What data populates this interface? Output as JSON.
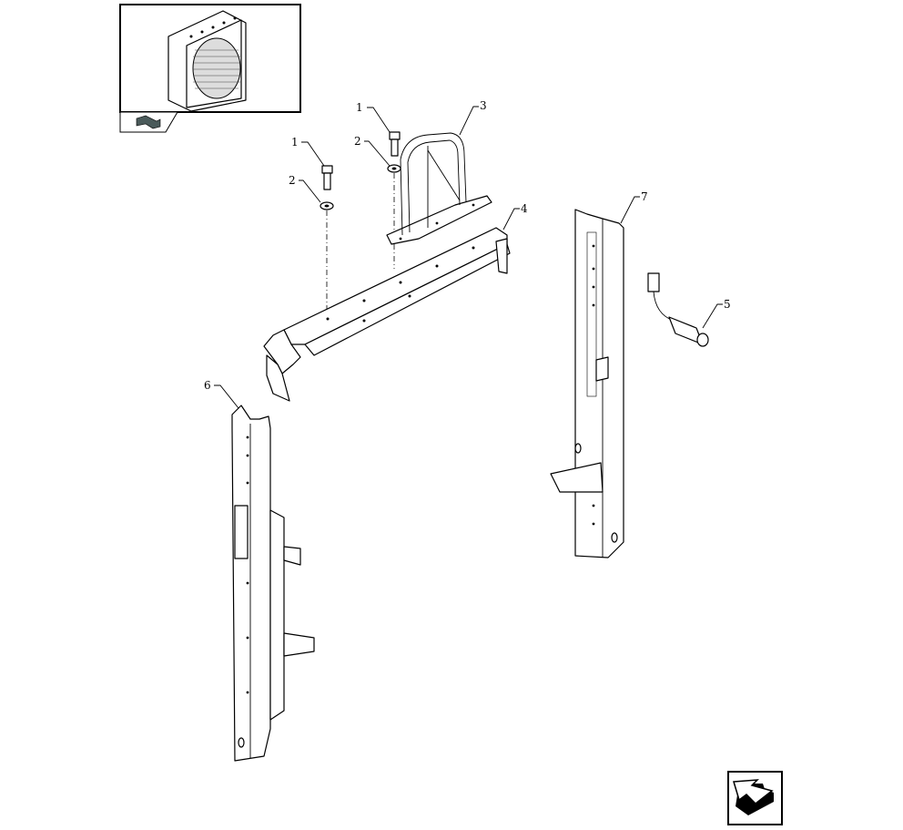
{
  "diagram": {
    "callouts": {
      "bolt_upper": "1",
      "washer_upper": "2",
      "bolt_lower": "1",
      "washer_lower": "2",
      "handle": "3",
      "crossmember": "4",
      "sensor": "5",
      "left_upright": "6",
      "right_upright": "7"
    }
  },
  "navigation": {
    "thumbnail_icon": "assembly-thumbnail-radiator",
    "back_icon": "arrow-back-icon",
    "next_icon": "arrow-next-icon"
  }
}
